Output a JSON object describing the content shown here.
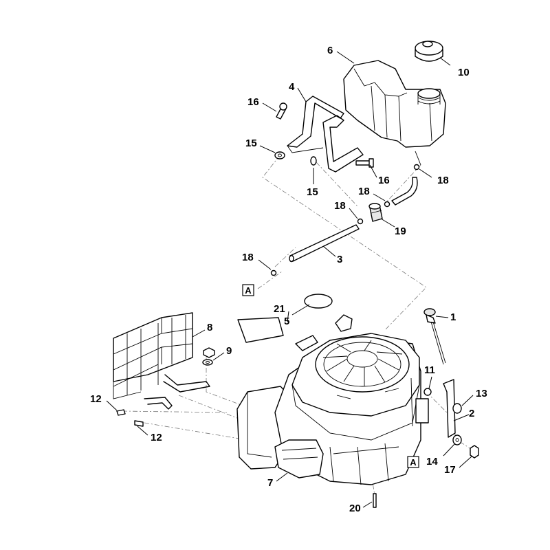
{
  "callouts": {
    "c1": "1",
    "c2": "2",
    "c3": "3",
    "c4": "4",
    "c5": "5",
    "c6": "6",
    "c7": "7",
    "c8": "8",
    "c9": "9",
    "c10": "10",
    "c11": "11",
    "c12a": "12",
    "c12b": "12",
    "c13": "13",
    "c14": "14",
    "c15a": "15",
    "c15b": "15",
    "c16a": "16",
    "c16b": "16",
    "c17": "17",
    "c18a": "18",
    "c18b": "18",
    "c18c": "18",
    "c18d": "18",
    "c19": "19",
    "c20": "20",
    "c21": "21"
  },
  "refs": {
    "ref_a1": "A",
    "ref_a2": "A"
  },
  "colors": {
    "line": "#000000",
    "dash": "#777777",
    "shade": "#e6e6e6",
    "background": "#ffffff"
  }
}
